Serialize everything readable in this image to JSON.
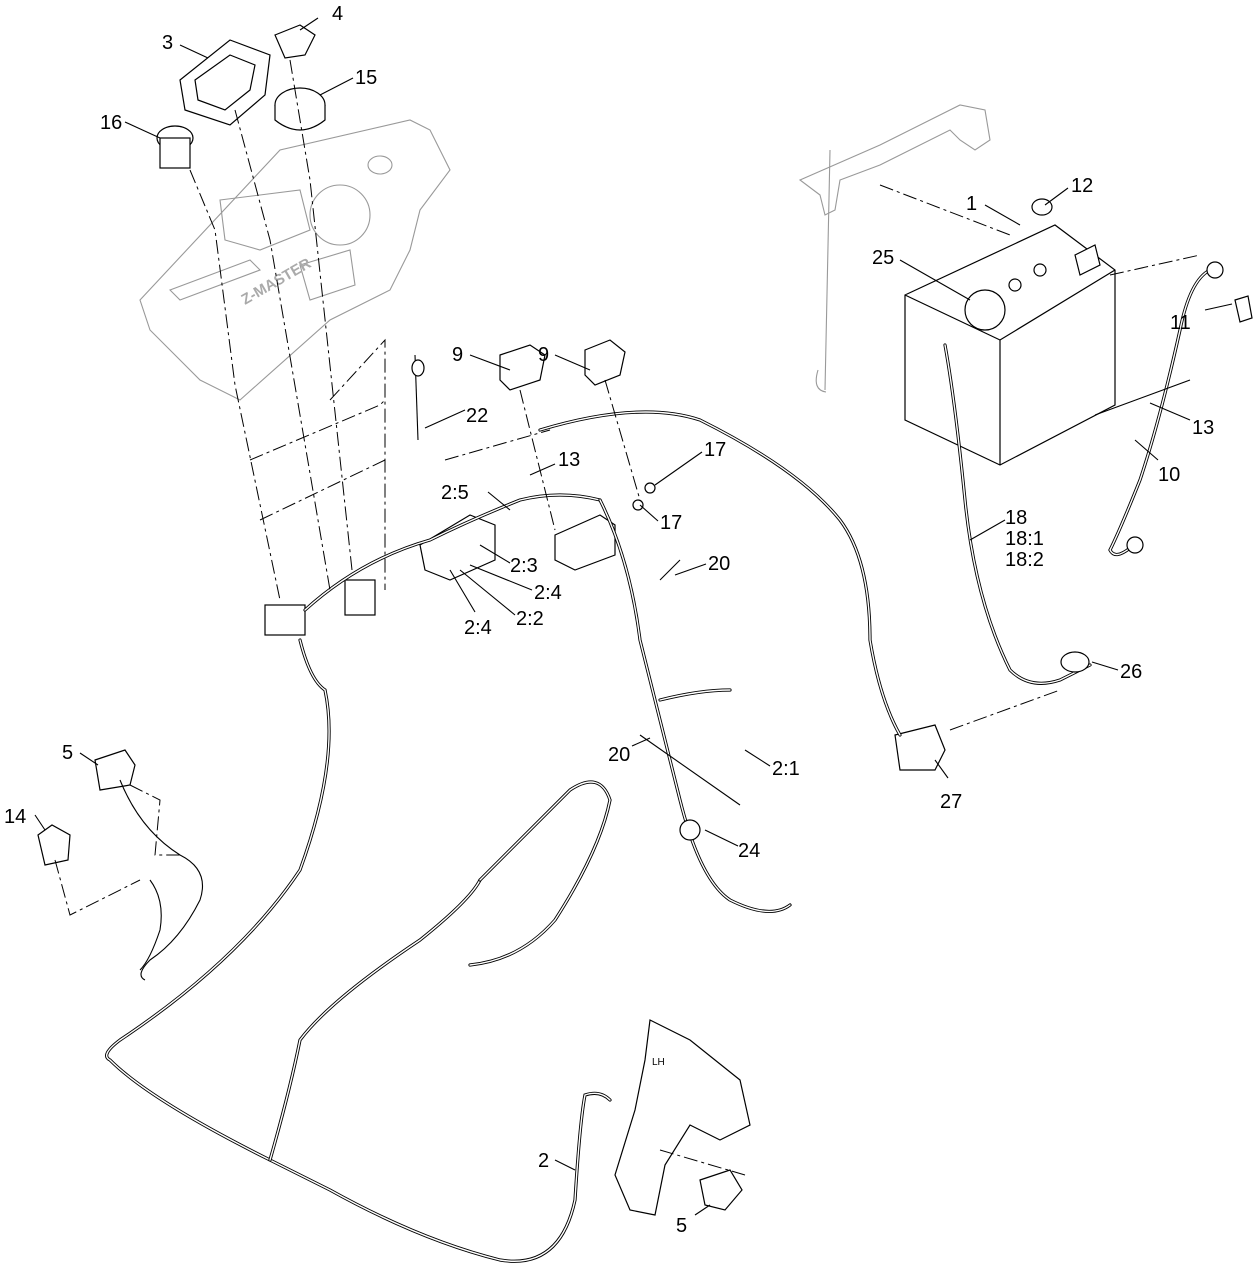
{
  "callouts": {
    "c1": "1",
    "c2": "2",
    "c2_1": "2:1",
    "c2_2": "2:2",
    "c2_3": "2:3",
    "c2_4a": "2:4",
    "c2_4b": "2:4",
    "c2_5": "2:5",
    "c3": "3",
    "c4": "4",
    "c5a": "5",
    "c5b": "5",
    "c9a": "9",
    "c9b": "9",
    "c10": "10",
    "c11": "11",
    "c12": "12",
    "c13a": "13",
    "c13b": "13",
    "c14": "14",
    "c15": "15",
    "c16": "16",
    "c17a": "17",
    "c17b": "17",
    "c18": "18",
    "c18_1": "18:1",
    "c18_2": "18:2",
    "c20a": "20",
    "c20b": "20",
    "c22": "22",
    "c24": "24",
    "c25": "25",
    "c26": "26",
    "c27": "27"
  },
  "panel_markings": {
    "brand": "Z-MASTER",
    "side_mark": "LH"
  }
}
